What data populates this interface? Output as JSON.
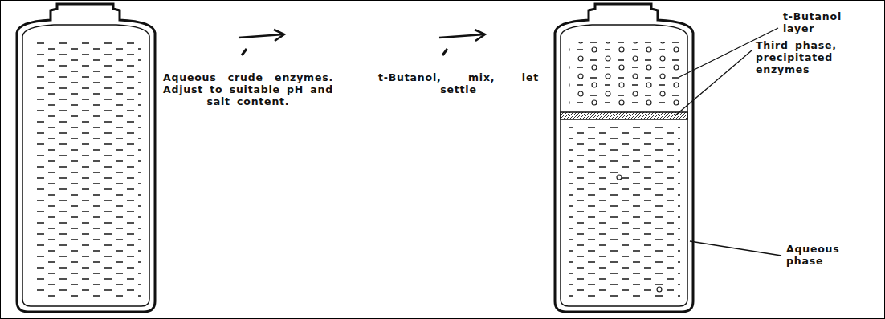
{
  "diagram": {
    "labels": [
      "Aqueous crude enzymes. Adjust to suitable pH and salt content.",
      "t-Butanol, mix, let settle",
      "t-Butanol layer",
      "Third phase, precipitated enzymes",
      "Aqueous phase"
    ]
  }
}
